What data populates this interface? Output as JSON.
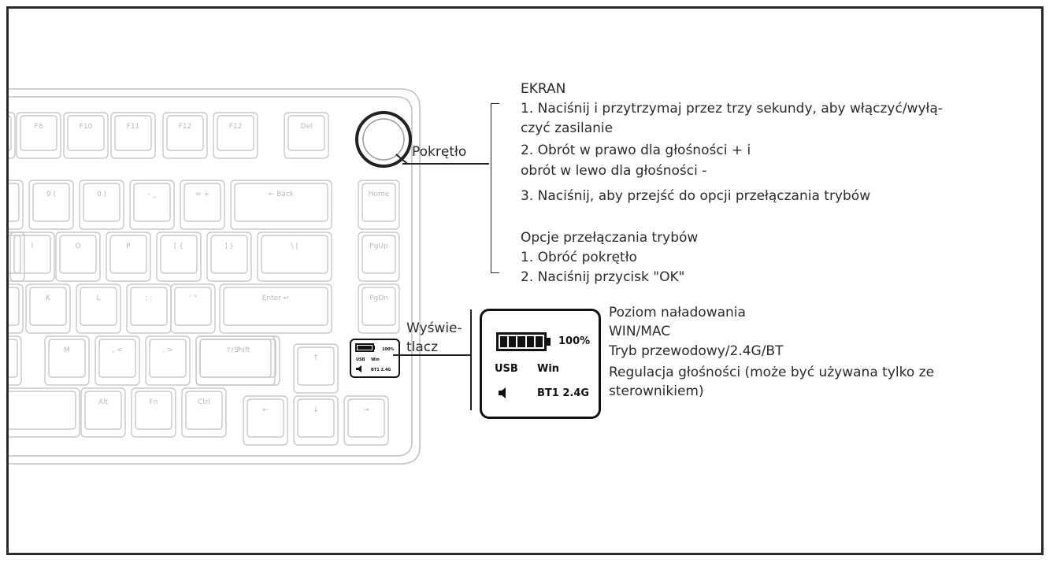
{
  "labels": {
    "knob": "Pokrętło",
    "display_line1": "Wyświe-",
    "display_line2": "tlacz"
  },
  "screen_section": {
    "title": "EKRAN",
    "items": [
      "1. Naciśnij i przytrzymaj przez trzy sekundy, aby włączyć/wyłą-",
      "czyć zasilanie",
      "2. Obrót w prawo dla głośności + i",
      "obrót w lewo dla głośności -",
      "3. Naciśnij, aby przejść do opcji przełączania trybów"
    ]
  },
  "mode_section": {
    "title": "Opcje przełączania trybów",
    "items": [
      "1. Obróć pokrętło",
      "2. Naciśnij przycisk \"OK\""
    ]
  },
  "oled_zoom": {
    "battery_percent": "100%",
    "connection": "USB",
    "os": "Win",
    "mode": "BT1 2.4G"
  },
  "oled_small": {
    "battery_percent": "100%",
    "connection": "USB",
    "os": "Win",
    "mode": "BT1 2.4G"
  },
  "display_legend": [
    "Poziom naładowania",
    "WIN/MAC",
    "Tryb przewodowy/2.4G/BT",
    "Regulacja głośności (może być używana tylko ze",
    "sterownikiem)"
  ],
  "keycaps": {
    "row1": [
      "F8",
      "F10",
      "F11",
      "F12",
      "F12",
      "Del"
    ],
    "row2": [
      "9 (",
      "0 )",
      "- _",
      "= +",
      "← Back"
    ],
    "row3": [
      "I",
      "O",
      "P",
      "[ {",
      "] }",
      "\\ |"
    ],
    "row4": [
      "K",
      "L",
      "; :",
      "' \"",
      "Enter ↵"
    ],
    "row5": [
      "M",
      ", <",
      ". >",
      "/ ?",
      "⇧ Shift"
    ],
    "row6": [
      "Alt",
      "Fn",
      "Ctrl"
    ],
    "nav": [
      "Home",
      "PgUp",
      "PgDn"
    ],
    "arrows": [
      "↑",
      "←",
      "↓",
      "→"
    ]
  }
}
